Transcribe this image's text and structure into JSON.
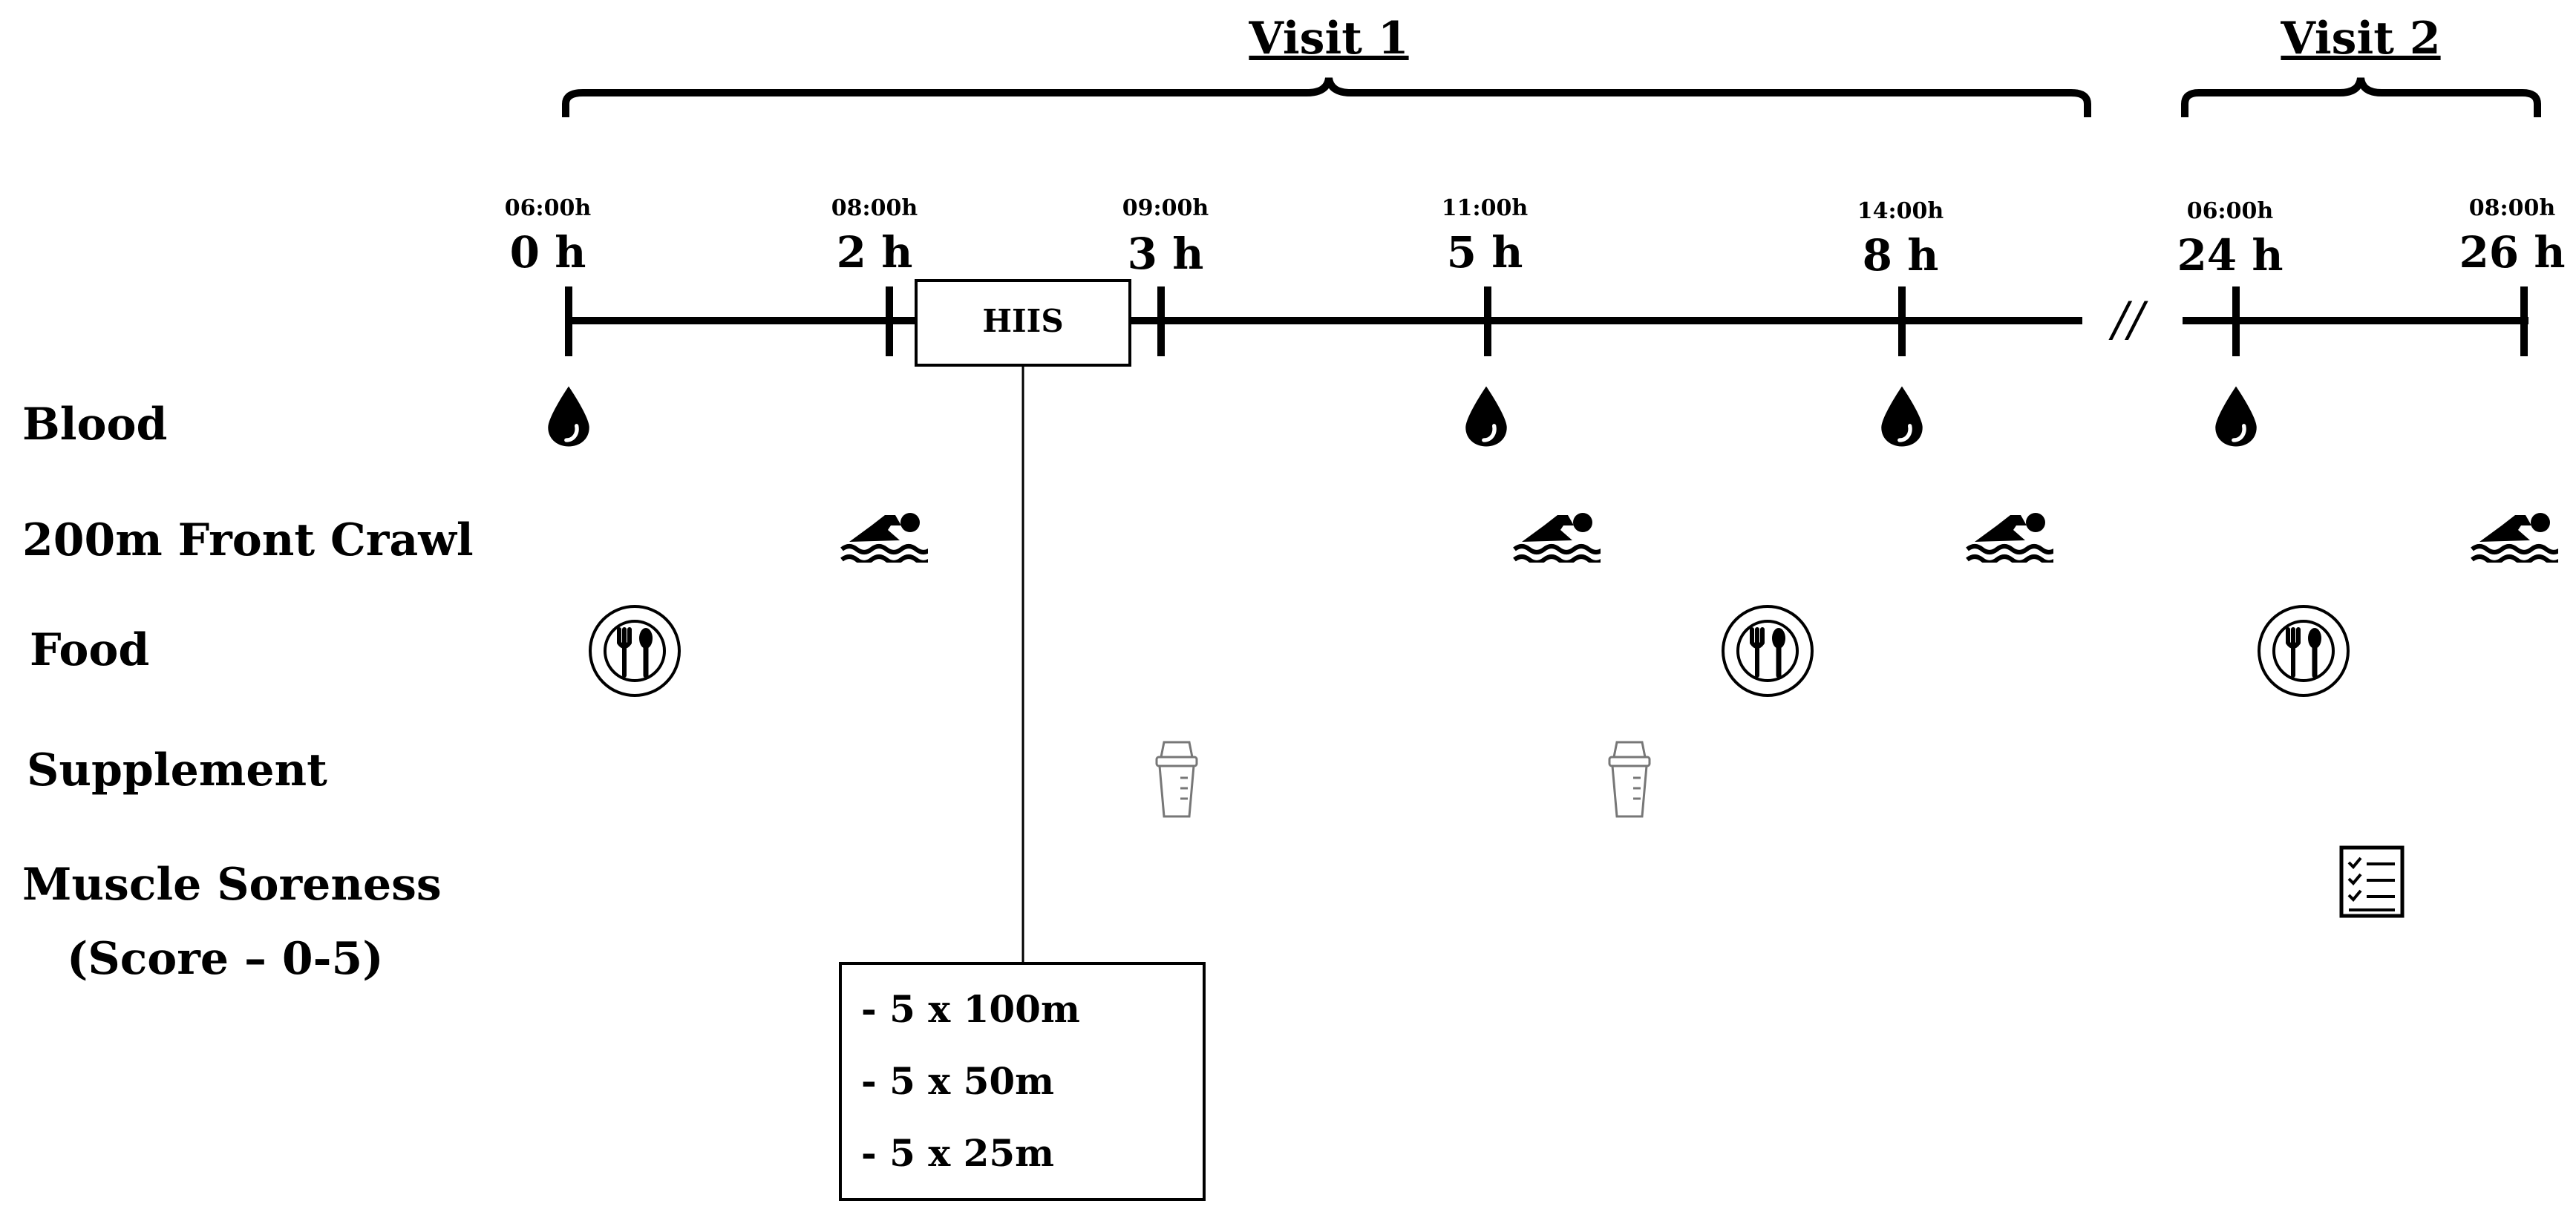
{
  "visits": [
    {
      "label": "Visit 1"
    },
    {
      "label": "Visit 2"
    }
  ],
  "timepoints": [
    {
      "clock": "06:00h",
      "hour": "0 h"
    },
    {
      "clock": "08:00h",
      "hour": "2 h"
    },
    {
      "clock": "09:00h",
      "hour": "3 h"
    },
    {
      "clock": "11:00h",
      "hour": "5 h"
    },
    {
      "clock": "14:00h",
      "hour": "8 h"
    },
    {
      "clock": "06:00h",
      "hour": "24 h"
    },
    {
      "clock": "08:00h",
      "hour": "26 h"
    }
  ],
  "timeline_break": "//",
  "hiis": {
    "label": "HIIS",
    "sets": [
      "- 5 x 100m",
      "- 5 x 50m",
      "- 5 x 25m"
    ]
  },
  "rows": [
    {
      "label": "Blood",
      "icon": "blood-drop-icon"
    },
    {
      "label": "200m Front Crawl",
      "icon": "swimmer-icon"
    },
    {
      "label": "Food",
      "icon": "plate-cutlery-icon"
    },
    {
      "label": "Supplement",
      "icon": "shaker-bottle-icon"
    },
    {
      "label": "Muscle Soreness",
      "label2": "(Score – 0-5)",
      "icon": "checklist-icon"
    }
  ]
}
